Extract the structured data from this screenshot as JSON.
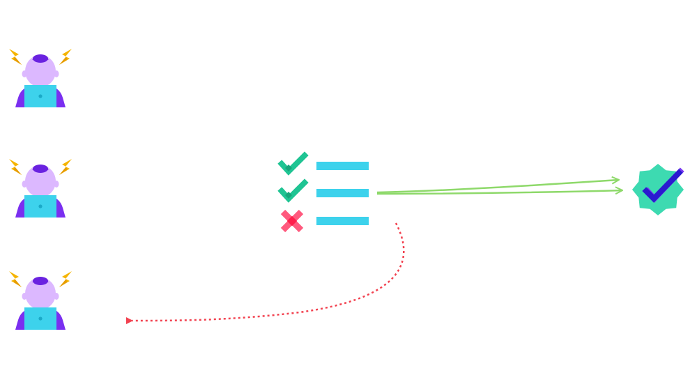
{
  "colors": {
    "background": "#ffffff",
    "bolt": "#f5b400",
    "bolt_shade": "#e69c00",
    "head": "#dcb8ff",
    "hair": "#6a22e0",
    "body": "#7a2ff0",
    "laptop": "#3dd2ec",
    "laptop_dot": "#1aa9c7",
    "check": "#1fc493",
    "check_shade": "#16a57a",
    "cross": "#ff5a7e",
    "cross_center": "#ff1f4b",
    "list_bar": "#3dd2ec",
    "approve_arrow": "#8ed96a",
    "reject_arrow": "#f2414f",
    "badge": "#3ddab1",
    "badge_check": "#2a1ad0",
    "badge_check_edge": "#7b3cf0"
  },
  "icons": {
    "developer": "stressed-developer-icon",
    "bolt": "lightning-bolt-icon",
    "check": "check-mark-icon",
    "cross": "cross-mark-icon",
    "badge": "verified-badge-icon"
  },
  "developers": [
    {
      "id": "developer-1"
    },
    {
      "id": "developer-2"
    },
    {
      "id": "developer-3"
    }
  ],
  "checklist": [
    {
      "status": "pass"
    },
    {
      "status": "pass"
    },
    {
      "status": "fail"
    }
  ]
}
